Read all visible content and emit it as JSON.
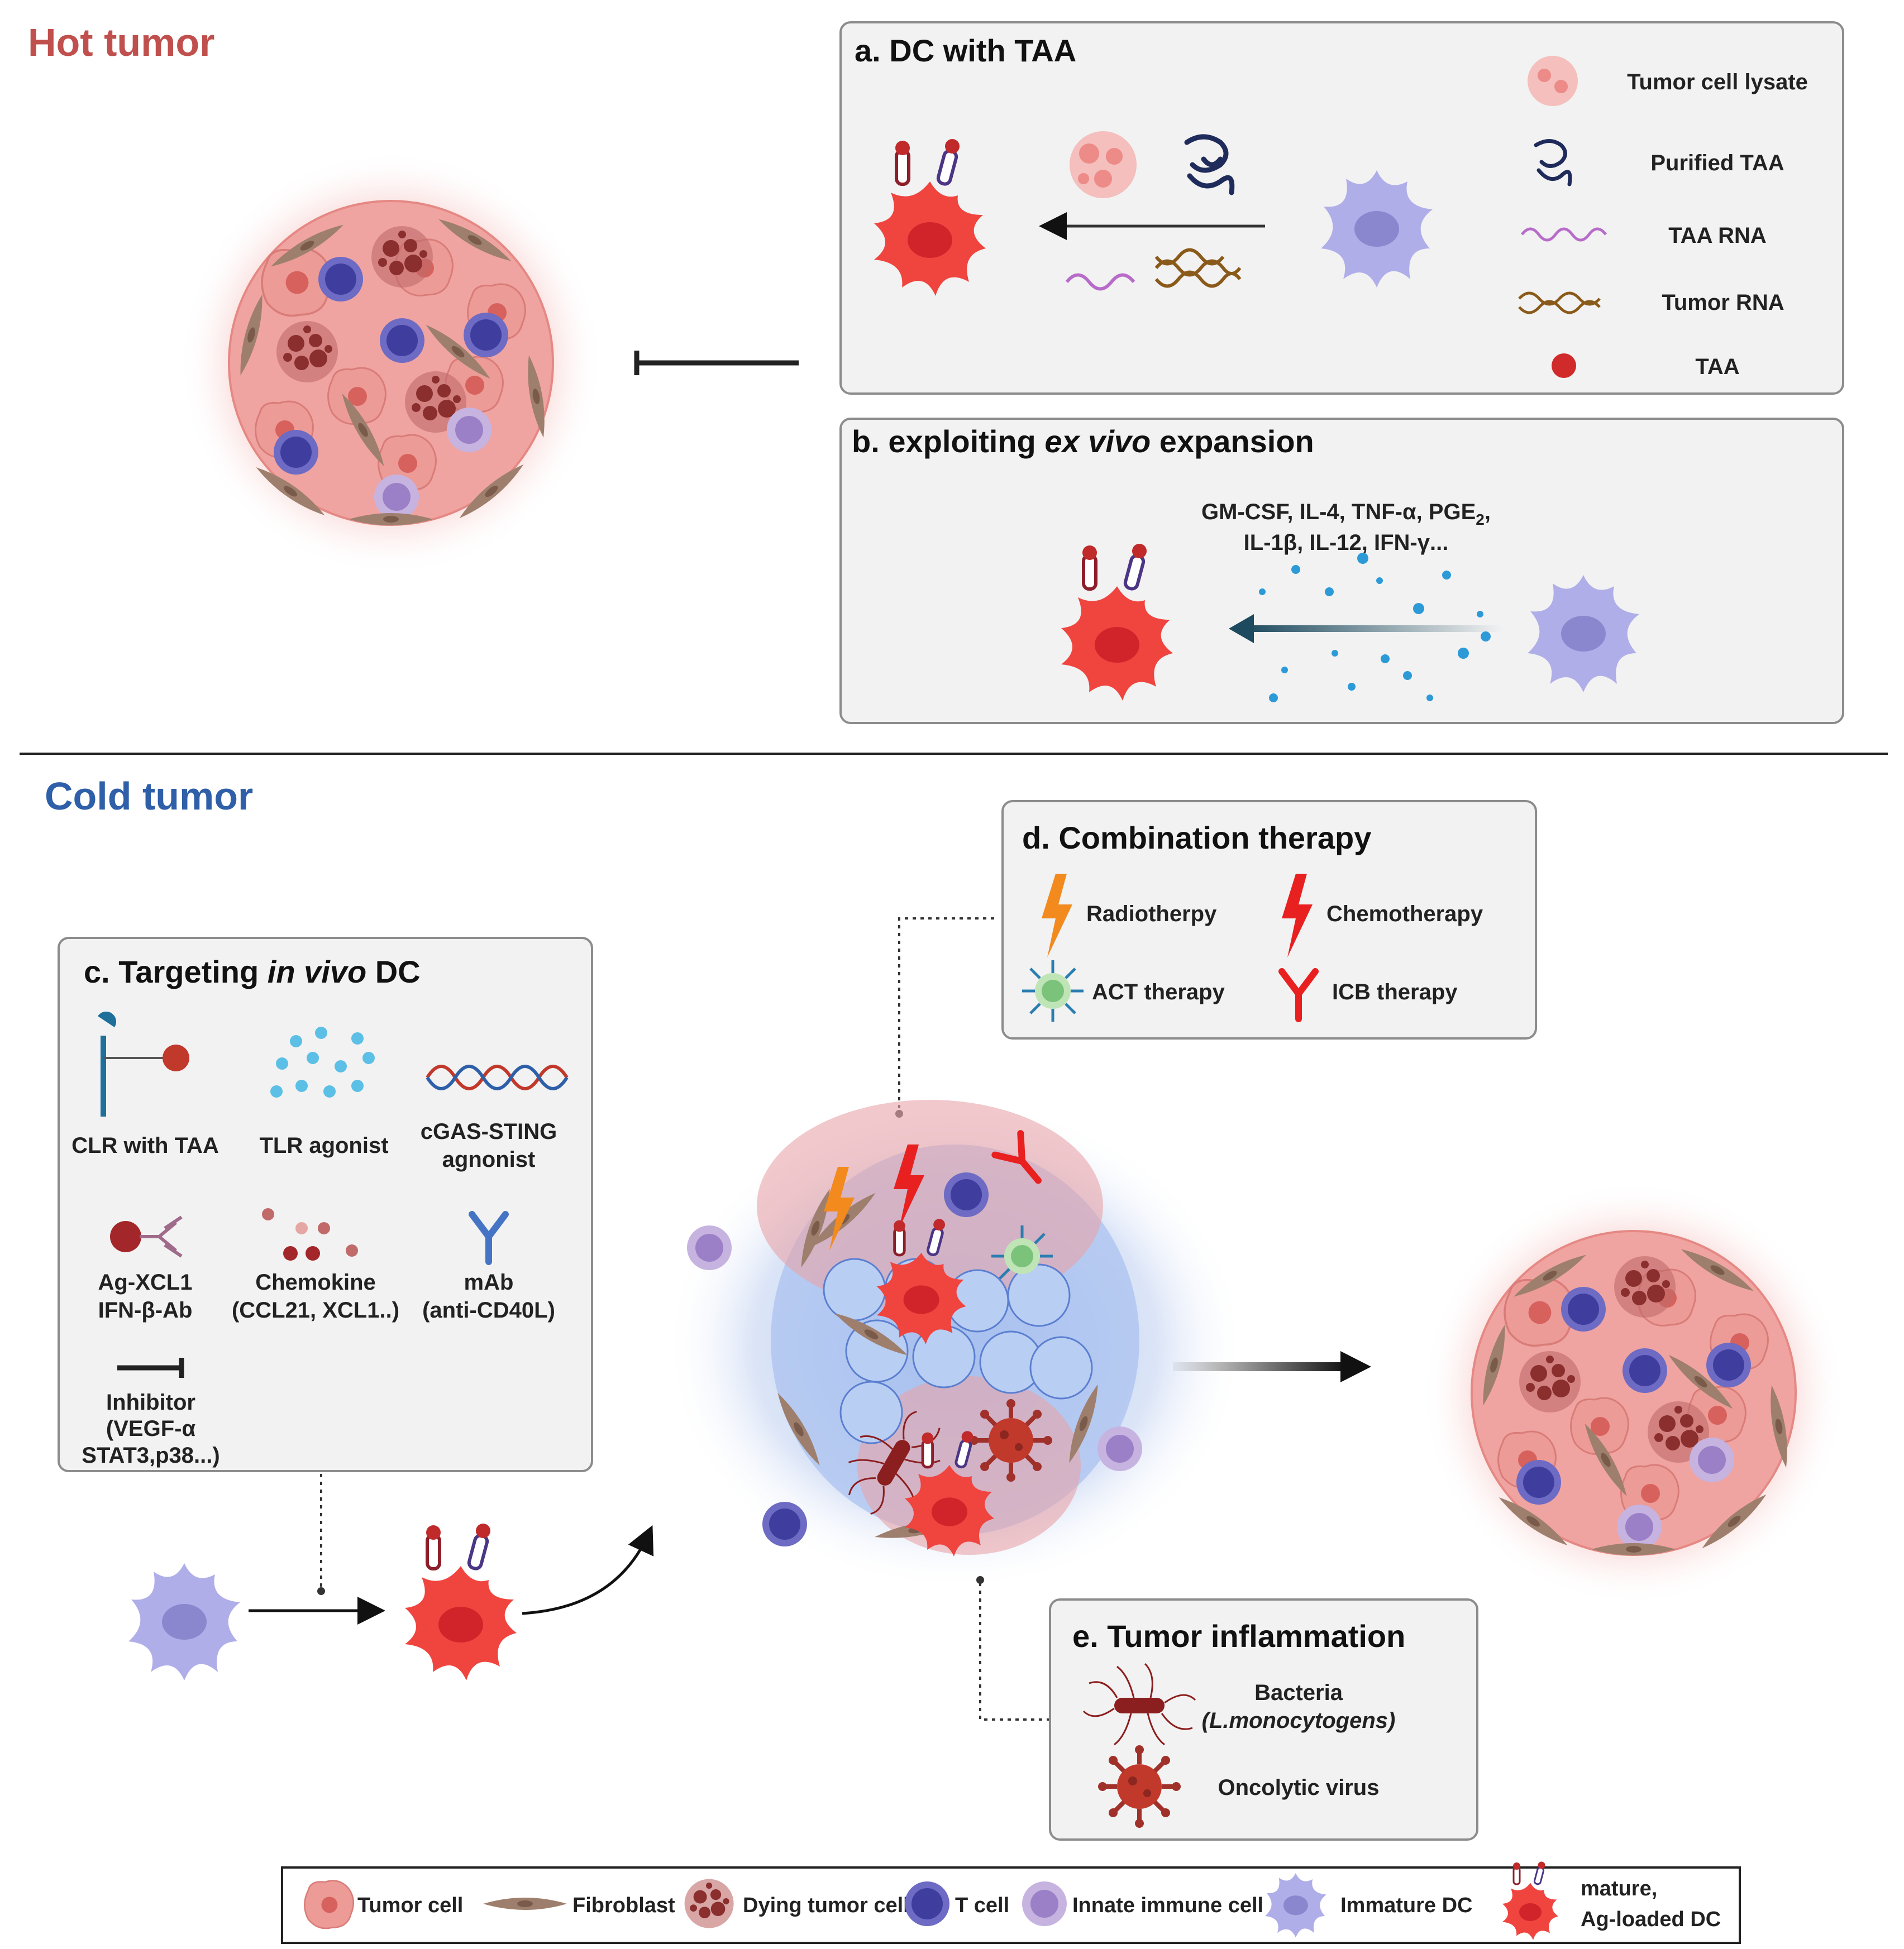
{
  "sections": {
    "hot": {
      "label": "Hot tumor",
      "color": "#c0504d"
    },
    "cold": {
      "label": "Cold tumor",
      "color": "#2e5fa8"
    }
  },
  "box_a": {
    "title": "a. DC with TAA",
    "legend": {
      "lysate": "Tumor cell lysate",
      "purified": "Purified TAA",
      "rna": "TAA RNA",
      "tumor_rna": "Tumor RNA",
      "taa": "TAA"
    }
  },
  "box_b": {
    "title_prefix": "b. exploiting ",
    "title_italic": "ex vivo",
    "title_suffix": " expansion",
    "cytokines_line1": "GM-CSF, IL-4, TNF-α, PGE",
    "cytokines_line1_sub": "2",
    "cytokines_line1_end": ",",
    "cytokines_line2": "IL-1β, IL-12, IFN-γ..."
  },
  "box_c": {
    "title_prefix": "c. Targeting ",
    "title_italic": "in vivo",
    "title_suffix": " DC",
    "items": {
      "clr": "CLR with TAA",
      "tlr": "TLR agonist",
      "cgas_1": "cGAS-STING",
      "cgas_2": "agnonist",
      "agxcl_1": "Ag-XCL1",
      "agxcl_2": "IFN-β-Ab",
      "chemo_1": "Chemokine",
      "chemo_2": "(CCL21, XCL1..)",
      "mab_1": "mAb",
      "mab_2": "(anti-CD40L)",
      "inh_1": "Inhibitor",
      "inh_2": "(VEGF-α",
      "inh_3": "STAT3,p38...)"
    }
  },
  "box_d": {
    "title": "d. Combination therapy",
    "radio": "Radiotherpy",
    "chemo": "Chemotherapy",
    "act": "ACT therapy",
    "icb": "ICB therapy"
  },
  "box_e": {
    "title": "e. Tumor inflammation",
    "bacteria_1": "Bacteria",
    "bacteria_2": "(L.monocytogens)",
    "virus": "Oncolytic virus"
  },
  "legend": {
    "tumor_cell": "Tumor cell",
    "fibroblast": "Fibroblast",
    "dying": "Dying tumor cell",
    "tcell": "T cell",
    "innate": "Innate immune cell",
    "immature": "Immature DC",
    "mature_1": "mature,",
    "mature_2": "Ag-loaded DC"
  },
  "colors": {
    "box_fill": "#f2f2f2",
    "box_stroke": "#8c8c8c",
    "mature_dc": "#f0443f",
    "immature_dc": "#b0aee8",
    "tcell": "#3f3d9e",
    "innate": "#a58ad0",
    "fibroblast": "#9e7f6d",
    "tumor": "#e9938f",
    "dying": "#9c3c3c"
  }
}
